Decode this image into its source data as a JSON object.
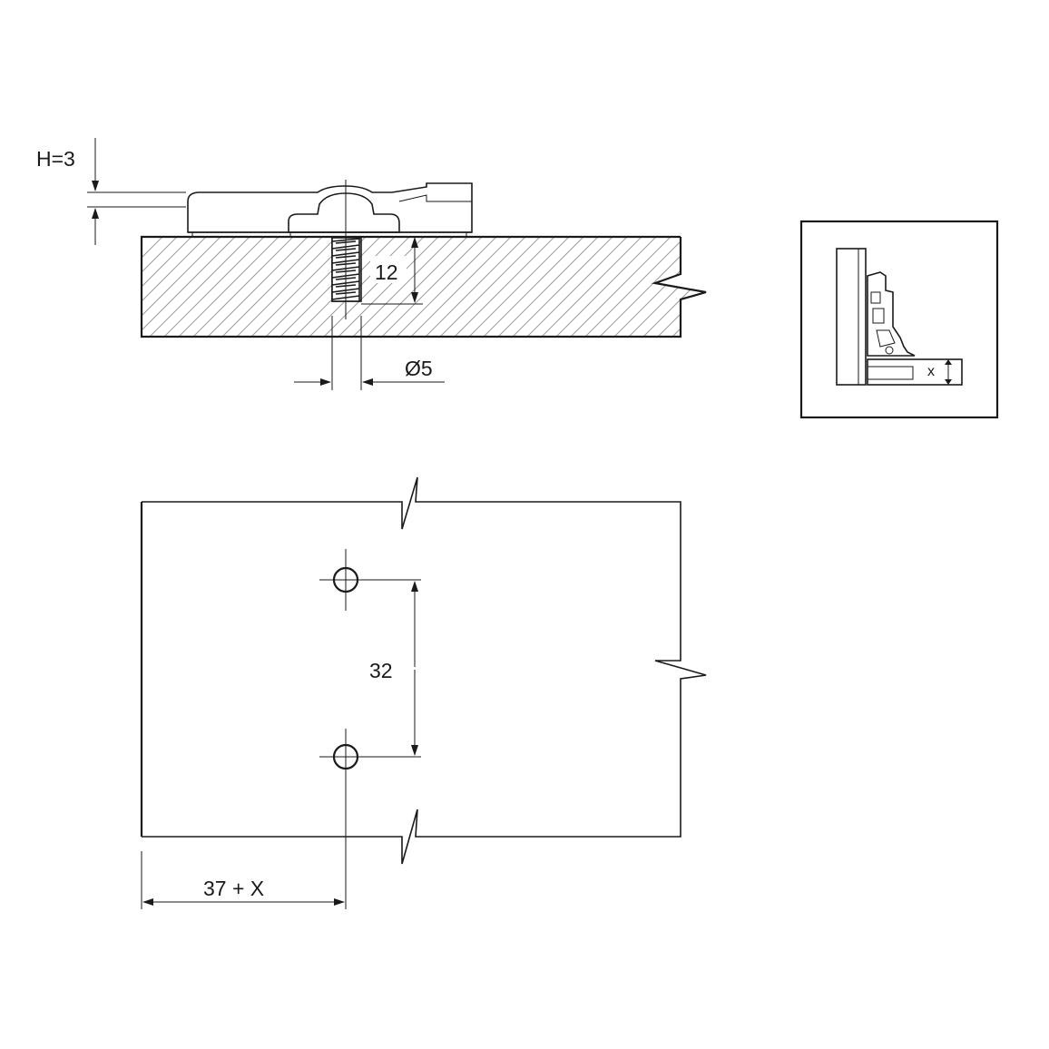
{
  "labels": {
    "height": "H=3",
    "depth": "12",
    "diameter": "Ø5",
    "spacing": "32",
    "offset": "37 + X",
    "detail_x": "x"
  },
  "colors": {
    "line": "#1a1a1a",
    "hatch": "#9a9a9a",
    "background": "#ffffff"
  }
}
